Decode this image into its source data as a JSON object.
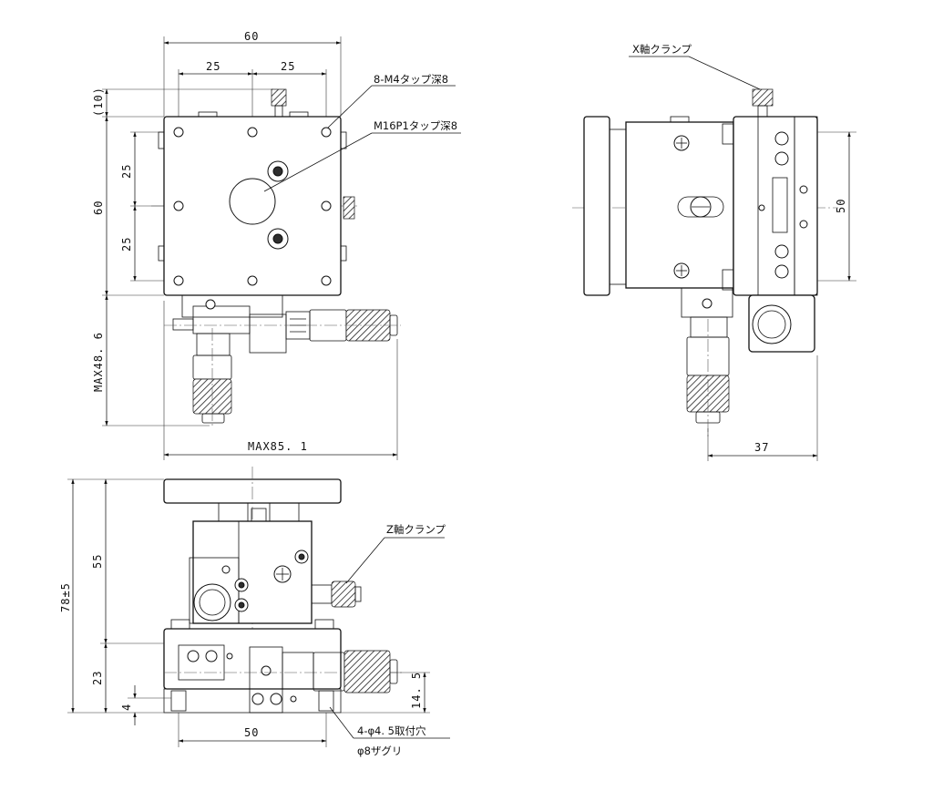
{
  "top_view": {
    "dim_width": "60",
    "dim_half_left": "25",
    "dim_half_right": "25",
    "dim_height": "60",
    "dim_offset": "(10)",
    "dim_upper_25": "25",
    "dim_lower_25": "25",
    "dim_micrometer": "MAX48. 6",
    "dim_total": "MAX85. 1",
    "note_tap_m4": "8-M4タップ深8",
    "note_tap_m16": "M16P1タップ深8"
  },
  "side_view": {
    "note_x_clamp": "X軸クランプ",
    "dim_height_50": "50",
    "dim_bottom_37": "37"
  },
  "front_view": {
    "note_z_clamp": "Z軸クランプ",
    "dim_total_height": "78±5",
    "dim_55": "55",
    "dim_23": "23",
    "dim_4": "4",
    "dim_14_5": "14. 5",
    "dim_50": "50",
    "note_mount_holes": "4-φ4. 5取付穴",
    "note_counterbore": "φ8ザグリ"
  }
}
